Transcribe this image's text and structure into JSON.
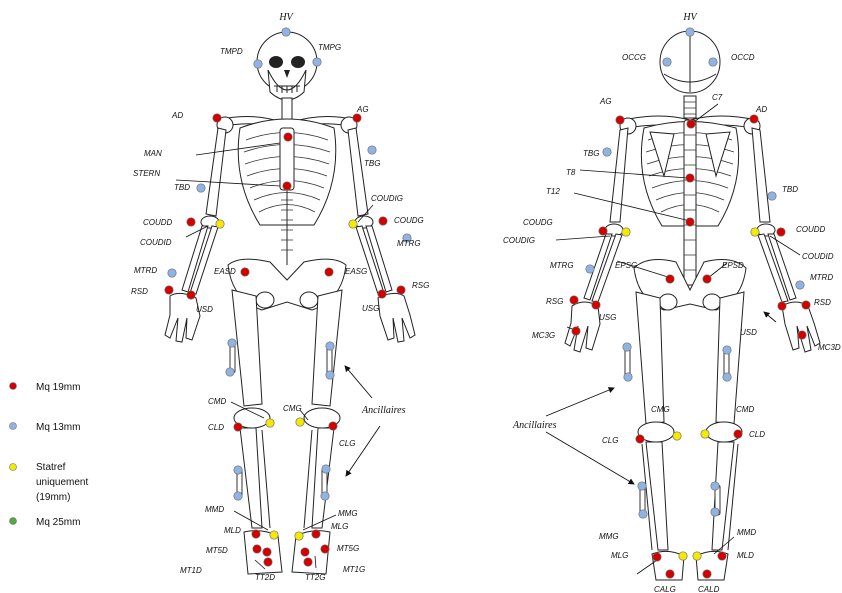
{
  "colors": {
    "mq19": "#d40000",
    "mq13": "#8fb4e3",
    "statref": "#f3ea00",
    "mq25": "#4faa3f",
    "marker_stroke": "#6f6f6f"
  },
  "legend": [
    {
      "key": "mq19",
      "label": "Mq 19mm"
    },
    {
      "key": "mq13",
      "label": "Mq 13mm"
    },
    {
      "key": "statref",
      "lines": [
        "Statref",
        "uniquement",
        "(19mm)"
      ]
    },
    {
      "key": "mq25",
      "label": "Mq 25mm"
    }
  ],
  "ancillaires_label": "Ancillaires",
  "front_view": {
    "top": "HV",
    "labels": [
      "TMPD",
      "TMPG",
      "AD",
      "AG",
      "MAN",
      "STERN",
      "TBD",
      "TBG",
      "COUDD",
      "COUDID",
      "COUDIG",
      "COUDG",
      "MTRD",
      "MTRG",
      "RSD",
      "USD",
      "EASD",
      "EASG",
      "USG",
      "RSG",
      "CMD",
      "CMG",
      "CLD",
      "CLG",
      "MMD",
      "MMG",
      "MLD",
      "MLG",
      "MT5D",
      "MT5G",
      "MT1D",
      "MT1G",
      "TT2D",
      "TT2G"
    ]
  },
  "back_view": {
    "top": "HV",
    "labels": [
      "OCCG",
      "OCCD",
      "AG",
      "C7",
      "AD",
      "TBG",
      "T8",
      "T12",
      "TBD",
      "COUDG",
      "COUDIG",
      "COUDD",
      "COUDID",
      "MTRG",
      "EPSG",
      "EPSD",
      "MTRD",
      "RSG",
      "USG",
      "RSD",
      "MC3G",
      "USD",
      "MC3D",
      "CMG",
      "CMD",
      "CLG",
      "CLD",
      "MMG",
      "MMD",
      "MLG",
      "MLD",
      "CALG",
      "CALD"
    ]
  }
}
